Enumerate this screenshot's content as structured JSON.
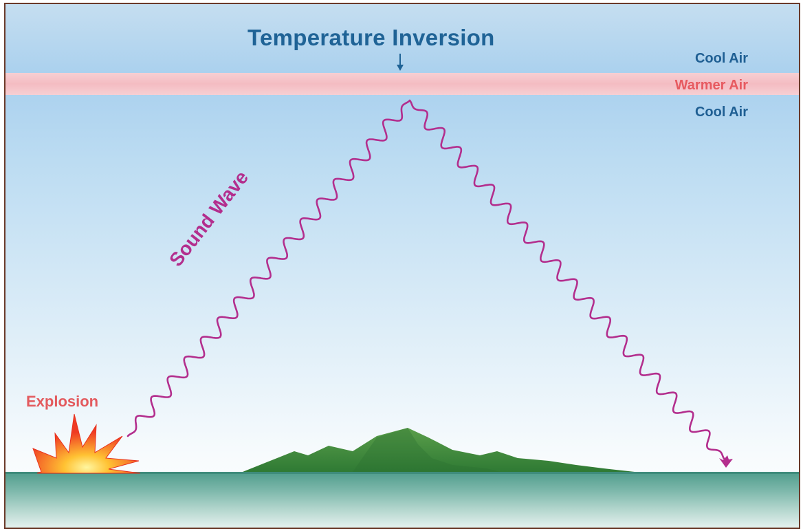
{
  "diagram": {
    "title": "Temperature Inversion",
    "layers": {
      "cool_air_top": "Cool Air",
      "warmer_air": "Warmer Air",
      "cool_air_bottom": "Cool Air"
    },
    "source_label": "Explosion",
    "wave_label": "Sound Wave"
  },
  "colors": {
    "title": "#1f6396",
    "cool_air": "#1f5f93",
    "warmer_air": "#e75a60",
    "warm_band": "#f5c4c8",
    "sound_wave": "#b32e8d",
    "explosion_text": "#e35a5e",
    "hills": "#3f8f3a",
    "ground": "#5aa596"
  }
}
